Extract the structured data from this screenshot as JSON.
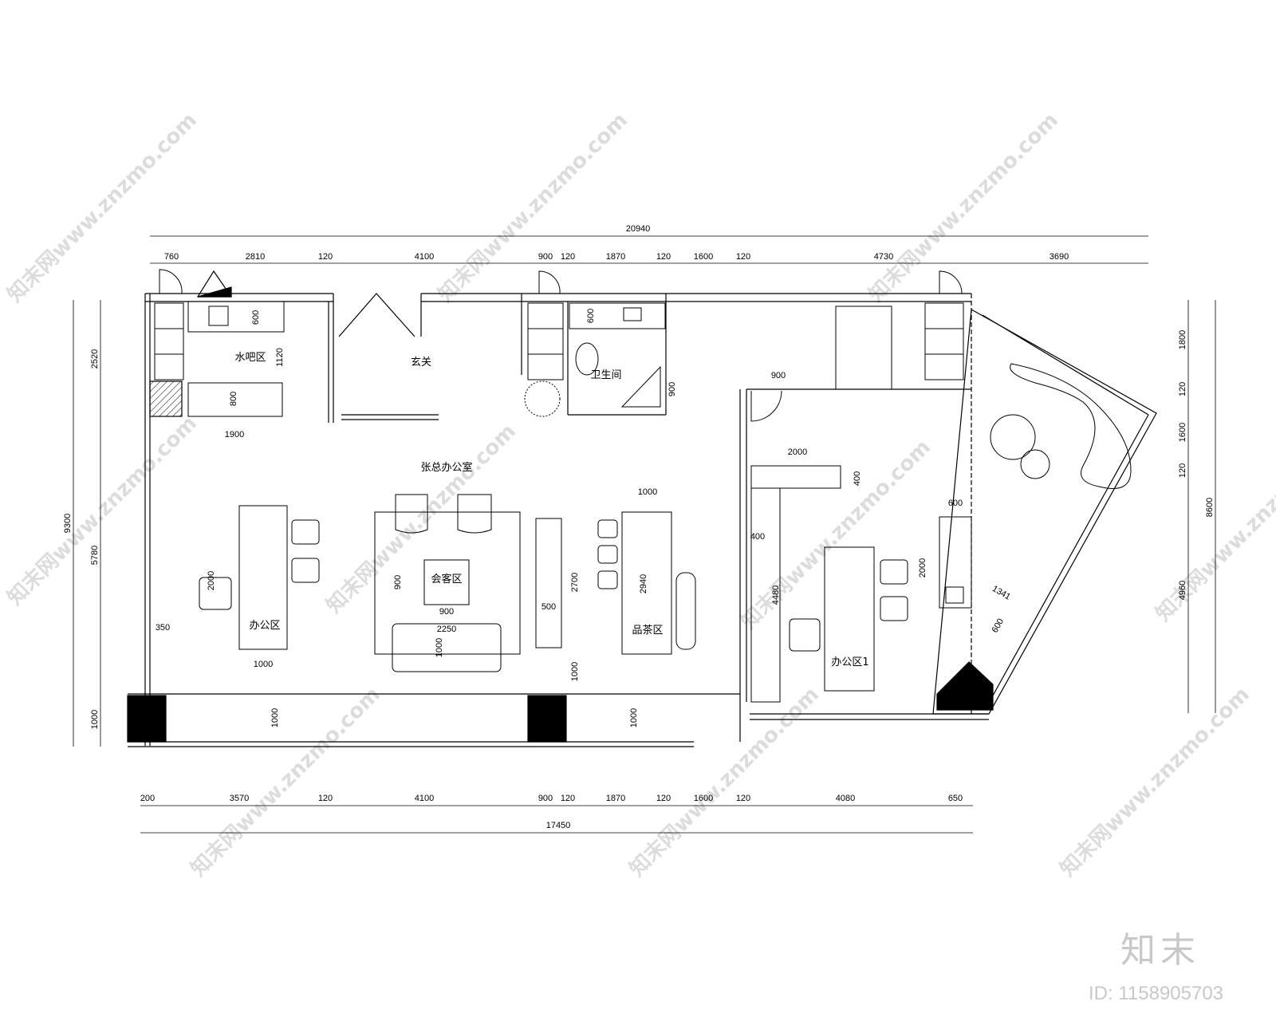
{
  "plan": {
    "rooms": {
      "water_bar": "水吧区",
      "entrance": "玄关",
      "restroom": "卫生间",
      "boss_office": "张总办公室",
      "office_area": "办公区",
      "reception": "会客区",
      "tea_area": "品茶区",
      "office_area_1": "办公区1"
    },
    "dims": {
      "top_total": "20940",
      "top_segments": [
        "760",
        "2810",
        "120",
        "4100",
        "900",
        "120",
        "1870",
        "120",
        "1600",
        "120",
        "4730",
        "3690"
      ],
      "bottom_total": "17450",
      "bottom_segments": [
        "200",
        "3570",
        "120",
        "4100",
        "900",
        "120",
        "1870",
        "120",
        "1600",
        "120",
        "4080",
        "650"
      ],
      "left_total": "9300",
      "left_segments": [
        "2520",
        "5780",
        "1000"
      ],
      "right_total": "8600",
      "right_segments": [
        "1800",
        "120",
        "1600",
        "120",
        "4960"
      ],
      "interior": {
        "water_600": "600",
        "water_1120": "1120",
        "water_800": "800",
        "water_1900": "1900",
        "wc_600": "600",
        "wc_900": "900",
        "desk_2000": "2000",
        "desk_1000": "1000",
        "wall_350": "350",
        "coffee_900_v": "900",
        "coffee_900_h": "900",
        "sofa_2250": "2250",
        "sofa_1000": "1000",
        "cab_2700": "2700",
        "cab_500": "500",
        "cab_1000": "1000",
        "tea_1000": "1000",
        "tea_2940": "2940",
        "win_1000_a": "1000",
        "win_1000_b": "1000",
        "win_1000_c": "1000",
        "r_900": "900",
        "r_2000": "2000",
        "r_400_a": "400",
        "r_400_b": "400",
        "r_4480": "4480",
        "r_600": "600",
        "r_2000_v": "2000",
        "r_1341": "1341",
        "r_600_b": "600"
      }
    }
  },
  "watermark": {
    "text": "知末网www.znzmo.com",
    "brand": "知末",
    "image_id": "ID: 1158905703"
  }
}
